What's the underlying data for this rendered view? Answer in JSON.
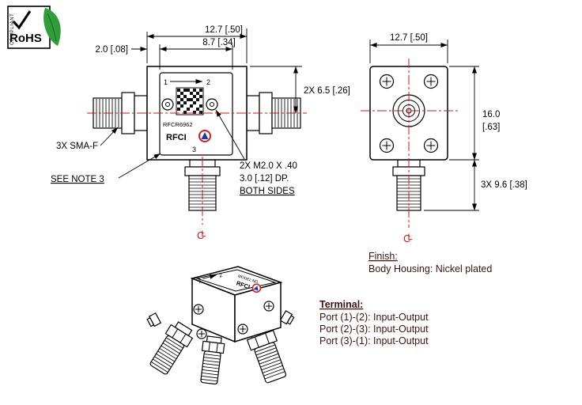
{
  "badge": {
    "check": "✓",
    "title": "RoHS",
    "subtitle": "COMPLIANT"
  },
  "front_view": {
    "dim_width": "12.7 [.50]",
    "dim_hole_span": "8.7 [.34]",
    "dim_edge_offset": "2.0 [.08]",
    "dim_port_height": "2X 6.5 [.26]",
    "label_sma": "3X SMA-F",
    "label_note": "SEE NOTE 3",
    "label_tap_1": "2X M2.0 X .40",
    "label_tap_2": "3.0 [.12] DP.",
    "label_tap_3": "BOTH SIDES",
    "face": {
      "port1": "1",
      "port2": "2",
      "model": "RFCR6962",
      "brand": "RFCI",
      "port3": "3"
    },
    "centerline": {
      "c": "C",
      "l": "L"
    }
  },
  "side_view": {
    "dim_width": "12.7 [.50]",
    "dim_height_mm": "16.0",
    "dim_height_in": "[.63]",
    "dim_connector": "3X 9.6 [.38]",
    "centerline": {
      "c": "C",
      "l": "L"
    }
  },
  "iso_view": {
    "port1": "1",
    "port2": "2",
    "model_label": "MODEL NO.",
    "brand": "RFCI"
  },
  "notes": {
    "finish_title": "Finish:",
    "finish_body": "Body Housing: Nickel plated",
    "terminal_title": "Terminal:",
    "ports": [
      "Port (1)-(2): Input-Output",
      "Port (2)-(3): Input-Output",
      "Port (3)-(1): Input-Output"
    ]
  },
  "colors": {
    "line": "#000000",
    "centerline_red": "#d01616",
    "notes_text": "#40120d",
    "leaf_green": "#2f9e38",
    "logo_ring": "#cc2218",
    "logo_triangle": "#2335a8"
  }
}
